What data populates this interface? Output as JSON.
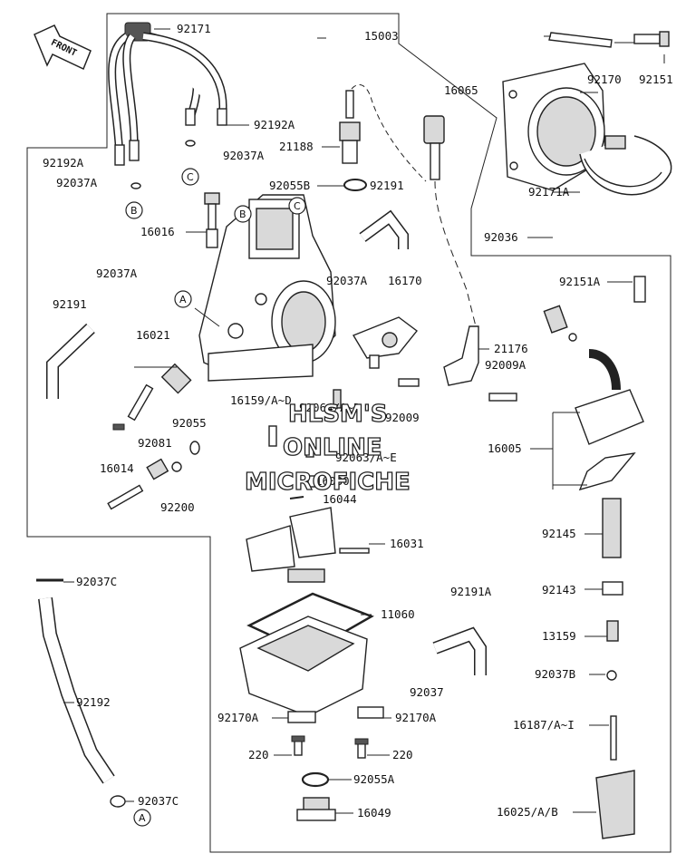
{
  "direction_label": "FRONT",
  "watermark": {
    "line1": "HLSM'S",
    "line2": "ONLINE",
    "line3": "MICROFICHE"
  },
  "callouts": {
    "A": "A",
    "B": "B",
    "C": "C"
  },
  "part_labels": {
    "p92171": "92171",
    "p15003": "15003",
    "p92170": "92170",
    "p92151": "92151",
    "p16065": "16065",
    "p92192A_r": "92192A",
    "p92037A_top": "92037A",
    "p21188": "21188",
    "p92192A_l": "92192A",
    "p92037A_l": "92037A",
    "p92055B": "92055B",
    "p92191_top": "92191",
    "p92171A": "92171A",
    "p16016": "16016",
    "p92036": "92036",
    "p92037A_c": "92037A",
    "p16170": "16170",
    "p92037A_l2": "92037A",
    "p92151A": "92151A",
    "p92191_l": "92191",
    "p16021": "16021",
    "p21176": "21176",
    "p92009A": "92009A",
    "p16159": "16159/A~D",
    "p92009": "92009",
    "p92055": "92055",
    "p92064": "92064/A~D",
    "p16005": "16005",
    "p92081": "92081",
    "p92063": "92063/A~E",
    "p16014": "16014",
    "p16030": "16030",
    "p92200": "92200",
    "p16044": "16044",
    "p92145": "92145",
    "p16031": "16031",
    "p92037C_top": "92037C",
    "p92143": "92143",
    "p92191A": "92191A",
    "p11060": "11060",
    "p13159": "13159",
    "p92037": "92037",
    "p92037B": "92037B",
    "p92192": "92192",
    "p92170A_l": "92170A",
    "p92170A_r": "92170A",
    "p16187": "16187/A~I",
    "p220_l": "220",
    "p220_r": "220",
    "p92055A": "92055A",
    "p92037C_bot": "92037C",
    "p16049": "16049",
    "p16025": "16025/A/B"
  }
}
